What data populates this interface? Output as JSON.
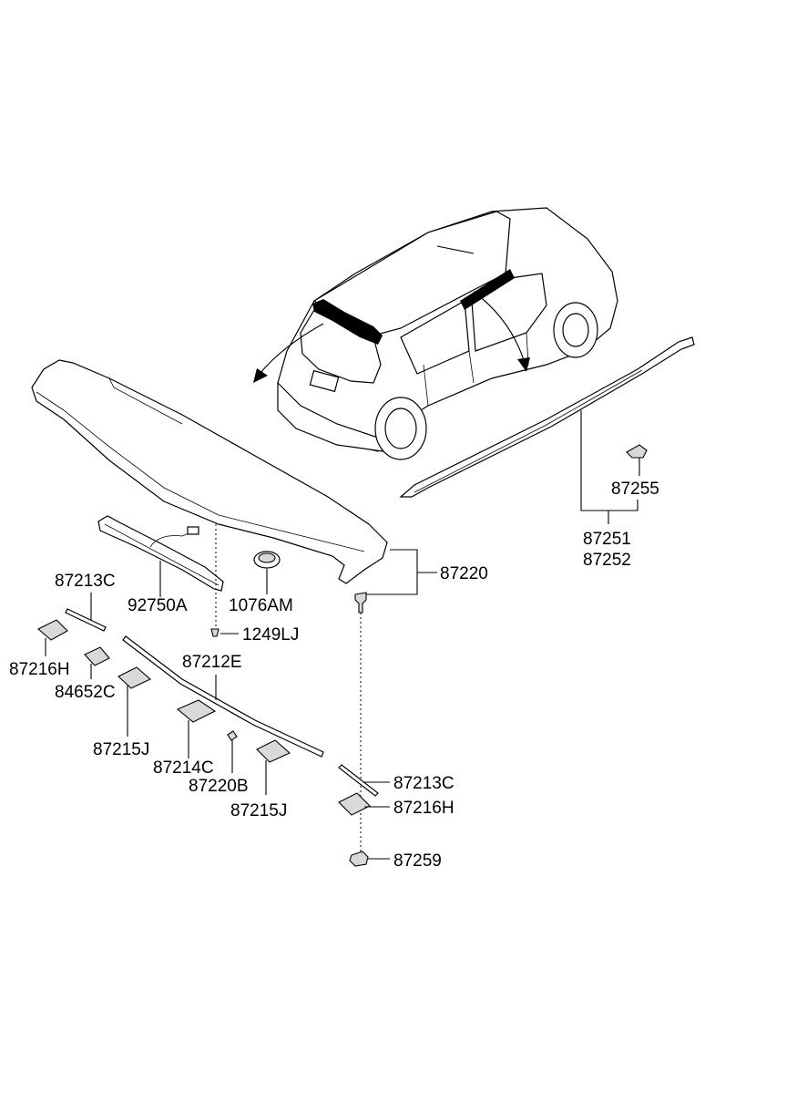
{
  "diagram": {
    "labels": {
      "p87255": "87255",
      "p87251": "87251",
      "p87252": "87252",
      "p87220": "87220",
      "p87213C_top": "87213C",
      "p92750A": "92750A",
      "p1076AM": "1076AM",
      "p1249LJ": "1249LJ",
      "p87216H_left": "87216H",
      "p87212E": "87212E",
      "p84652C": "84652C",
      "p87215J_left": "87215J",
      "p87214C": "87214C",
      "p87220B": "87220B",
      "p87215J_right": "87215J",
      "p87213C_right": "87213C",
      "p87216H_right": "87216H",
      "p87259": "87259"
    },
    "colors": {
      "line": "#000000",
      "part_fill": "#ffffff",
      "shade": "#d9d9d9"
    }
  }
}
